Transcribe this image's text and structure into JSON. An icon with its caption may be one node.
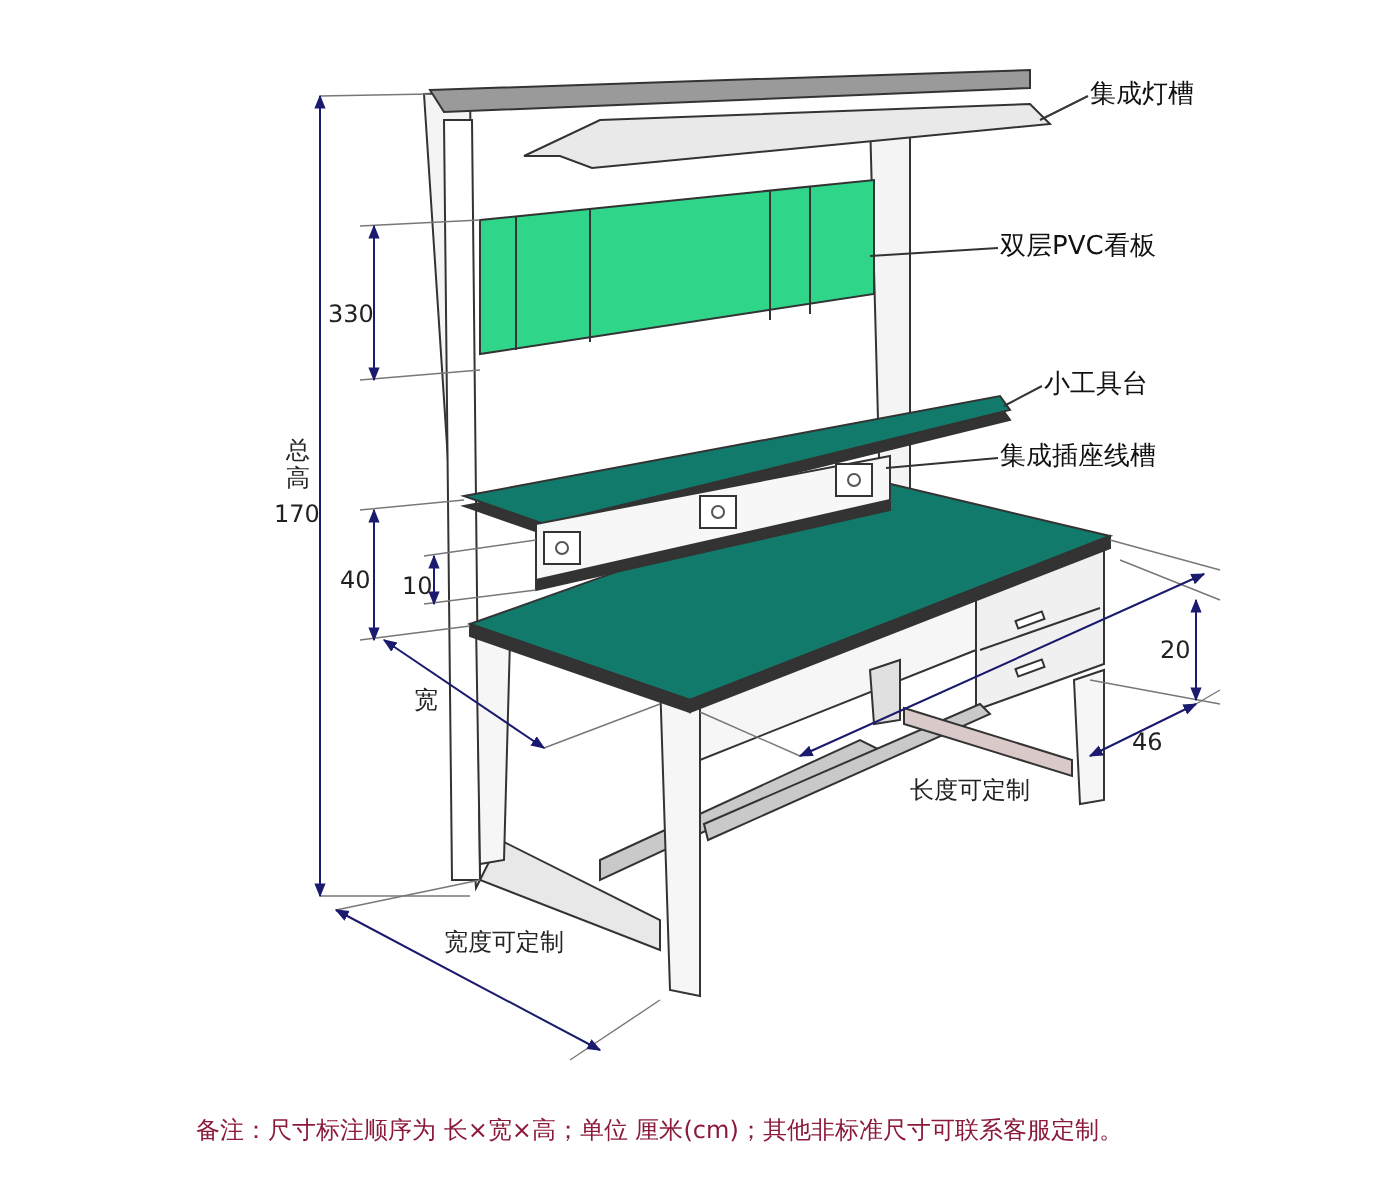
{
  "diagram": {
    "nodes": [
      {
        "text": [
          "集成灯槽"
        ]
      },
      {
        "text": [
          "双层PVC看板"
        ]
      },
      {
        "text": [
          "小工具台"
        ]
      },
      {
        "text": [
          "集成插座线槽"
        ]
      },
      {
        "text": [],
        "shape": "box"
      },
      {
        "text": [],
        "shape": "box"
      },
      {
        "text": [],
        "shape": "bar"
      },
      {
        "text": [],
        "shape": "bar"
      }
    ],
    "edges": [
      {
        "from": 0,
        "to": 4,
        "arrow": "none"
      },
      {
        "from": 1,
        "to": 5,
        "arrow": "none"
      },
      {
        "from": 2,
        "to": 6,
        "arrow": "none"
      },
      {
        "from": 3,
        "to": 7,
        "arrow": "none"
      }
    ],
    "labels": [
      "总高",
      "170",
      "330",
      "40",
      "10",
      "宽",
      "20",
      "46",
      "长度可定制",
      "宽度可定制",
      "备注：尺寸标注顺序为 长×宽×高；单位 厘米(cm)；其他非标准尺寸可联系客服定制。"
    ]
  }
}
